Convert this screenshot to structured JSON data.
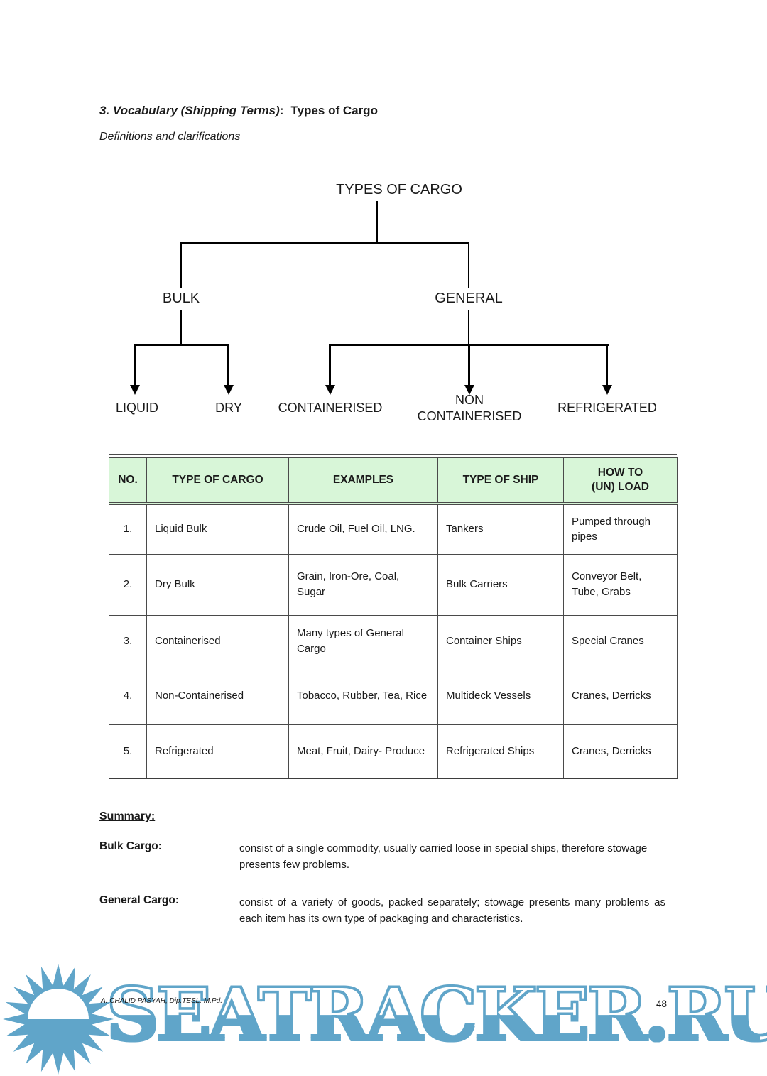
{
  "page": {
    "title_italic": "3. Vocabulary (Shipping Terms)",
    "title_colon": ":",
    "title_rest": "Types of Cargo",
    "subtitle": "Definitions and clarifications",
    "footer_author": "A. CHALID PASYAH, Dip.TESL. M.Pd.",
    "page_number": "48"
  },
  "diagram": {
    "root": "TYPES OF CARGO",
    "level1": [
      "BULK",
      "GENERAL"
    ],
    "bulk_leaves": [
      "LIQUID",
      "DRY"
    ],
    "general_leaves": [
      "CONTAINERISED",
      "NON CONTAINERISED",
      "REFRIGERATED"
    ]
  },
  "table": {
    "headers": [
      "NO.",
      "TYPE OF CARGO",
      "EXAMPLES",
      "TYPE OF SHIP",
      "HOW TO\n(UN) LOAD"
    ],
    "rows": [
      {
        "no": "1.",
        "type": "Liquid Bulk",
        "examples": "Crude Oil, Fuel Oil, LNG.",
        "ship": "Tankers",
        "load": "Pumped through pipes"
      },
      {
        "no": "2.",
        "type": "Dry Bulk",
        "examples": "Grain, Iron-Ore, Coal, Sugar",
        "ship": "Bulk Carriers",
        "load": "Conveyor Belt, Tube, Grabs"
      },
      {
        "no": "3.",
        "type": "Containerised",
        "examples": "Many types of General Cargo",
        "ship": "Container Ships",
        "load": "Special Cranes"
      },
      {
        "no": "4.",
        "type": "Non-Containerised",
        "examples": "Tobacco, Rubber, Tea, Rice",
        "ship": "Multideck Vessels",
        "load": "Cranes, Derricks"
      },
      {
        "no": "5.",
        "type": "Refrigerated",
        "examples": "Meat, Fruit, Dairy- Produce",
        "ship": "Refrigerated Ships",
        "load": "Cranes, Derricks"
      }
    ]
  },
  "summary": {
    "heading": "Summary:",
    "items": [
      {
        "term": "Bulk Cargo",
        "colon": ":",
        "desc": "consist of a single commodity, usually carried loose in special ships, therefore stowage presents few problems."
      },
      {
        "term": "General Cargo",
        "colon": ":",
        "desc": "consist of a variety of goods, packed separately; stowage presents many problems as each item has its own type of packaging and characteristics."
      }
    ]
  },
  "watermark": {
    "text": "SEATRACKER.RU",
    "color": "#60a5c9"
  }
}
